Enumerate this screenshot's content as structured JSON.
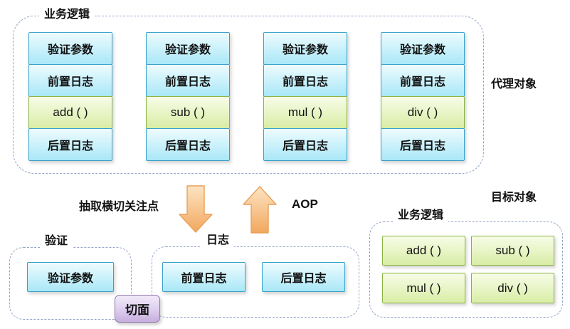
{
  "proxy": {
    "label": "业务逻辑",
    "side_label": "代理对象",
    "columns": [
      {
        "cells": [
          "验证参数",
          "前置日志",
          "add ( )",
          "后置日志"
        ]
      },
      {
        "cells": [
          "验证参数",
          "前置日志",
          "sub ( )",
          "后置日志"
        ]
      },
      {
        "cells": [
          "验证参数",
          "前置日志",
          "mul ( )",
          "后置日志"
        ]
      },
      {
        "cells": [
          "验证参数",
          "前置日志",
          "div ( )",
          "后置日志"
        ]
      }
    ]
  },
  "flow": {
    "extract_label": "抽取横切关注点",
    "aop_label": "AOP",
    "icons": {
      "down": "down-arrow",
      "up": "up-arrow"
    }
  },
  "validation_group": {
    "label": "验证",
    "box": "验证参数"
  },
  "logging_group": {
    "label": "日志",
    "boxes": [
      "前置日志",
      "后置日志"
    ]
  },
  "aspect_tag": {
    "label": "切面"
  },
  "target": {
    "side_label": "目标对象",
    "label": "业务逻辑",
    "methods": [
      "add ( )",
      "sub ( )",
      "mul ( )",
      "div ( )"
    ]
  },
  "colors": {
    "blue_border": "#38a1ca",
    "blue_fill_top": "#eefbfe",
    "blue_fill_bottom": "#a9e7f7",
    "green_border": "#8ab344",
    "green_fill_top": "#f7fce7",
    "green_fill_bottom": "#d8eda5",
    "purple_border": "#9177b0",
    "purple_fill_bottom": "#c7aede",
    "arrow_fill_top": "#fbdfba",
    "arrow_fill_bottom": "#f2a85f",
    "arrow_stroke": "#e8a058",
    "dashed_border": "#95a5c9"
  }
}
